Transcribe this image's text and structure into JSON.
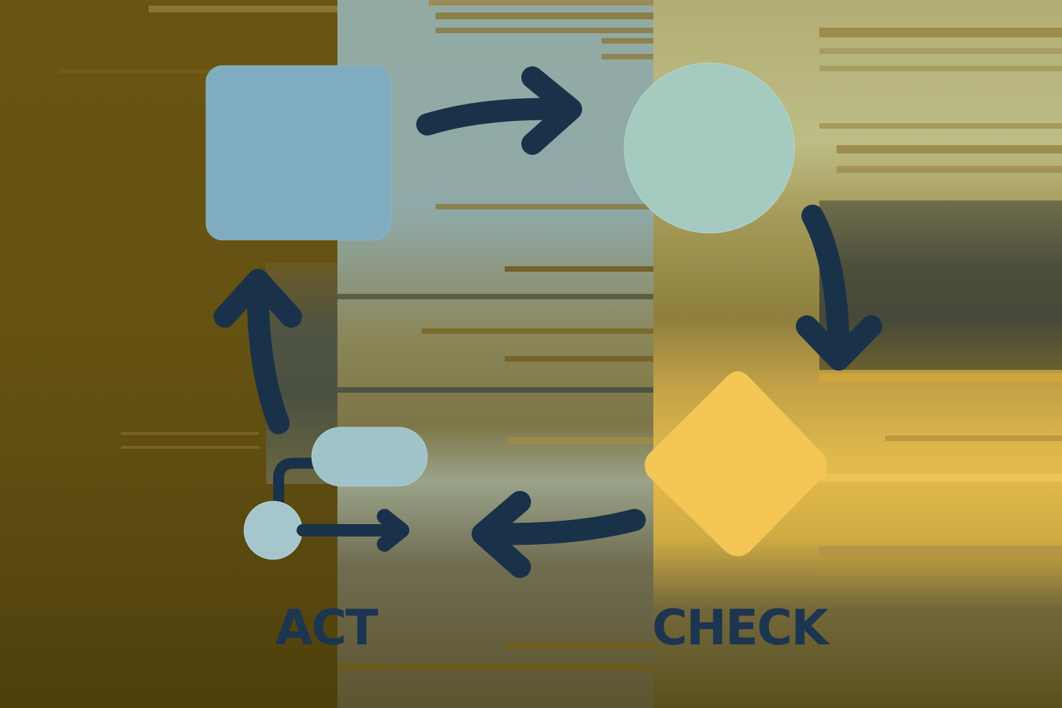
{
  "diagram": {
    "type": "process-cycle",
    "labels": {
      "act": "ACT",
      "check": "CHECK"
    },
    "nodes": [
      {
        "id": "square",
        "shape": "rounded-square",
        "color": "#80acbf"
      },
      {
        "id": "circle",
        "shape": "circle",
        "color": "#a5cbc0"
      },
      {
        "id": "diamond",
        "shape": "diamond",
        "color": "#f4c655"
      },
      {
        "id": "flow-icon",
        "shape": "circle-and-pill",
        "color": "#a0c3ca"
      }
    ],
    "edges": [
      {
        "from": "square",
        "to": "circle",
        "direction": "right"
      },
      {
        "from": "circle",
        "to": "diamond",
        "direction": "down"
      },
      {
        "from": "diamond",
        "to": "flow-icon",
        "direction": "left"
      },
      {
        "from": "flow-icon",
        "to": "square",
        "direction": "up"
      }
    ],
    "colors": {
      "arrow": "#1a3249",
      "text": "#1c3550",
      "band_left": "#6a5412",
      "band_middle": "#8fa9a8",
      "band_right": "#b9b67a"
    }
  }
}
